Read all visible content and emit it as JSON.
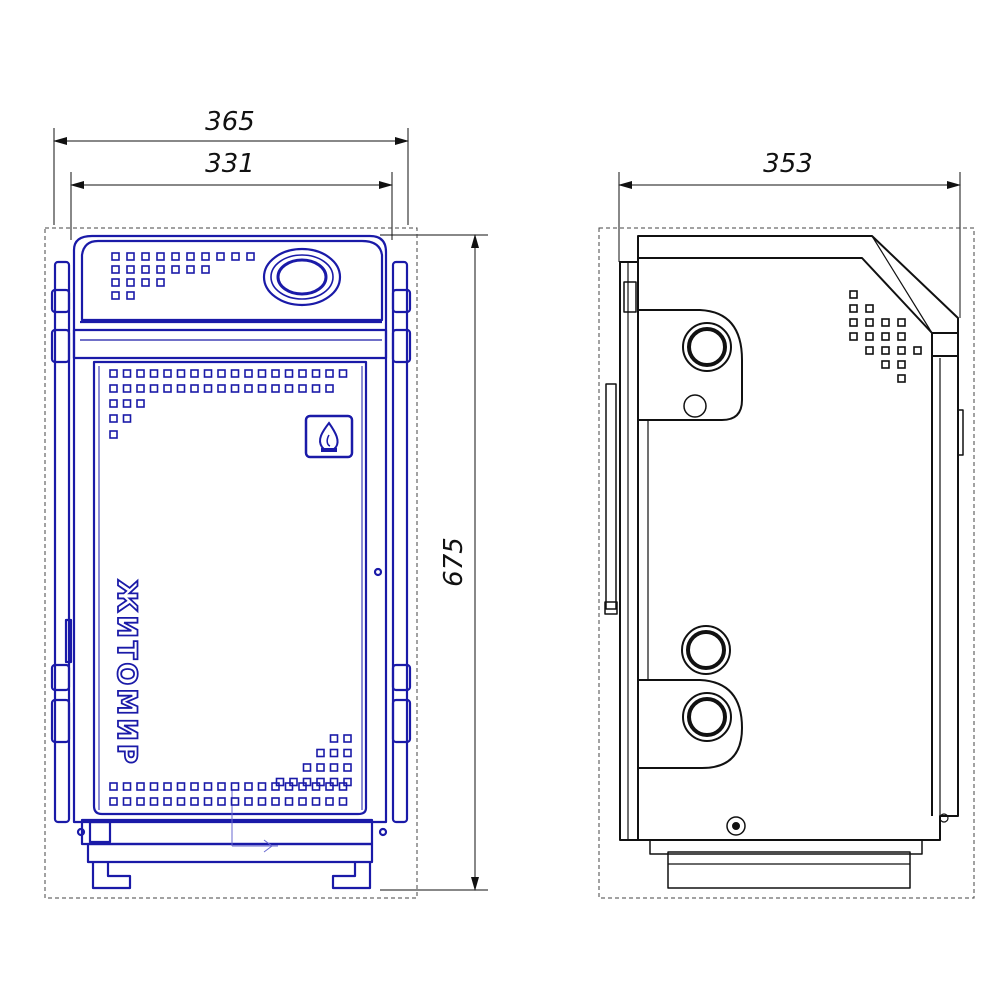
{
  "dimensions": {
    "front_total_width": "365",
    "front_body_width": "331",
    "height": "675",
    "side_depth": "353"
  },
  "front_view": {
    "brand_label": "ЖИТОМИР",
    "flame_icon": "flame-icon"
  },
  "colors": {
    "front_outline": "#1a1aa8",
    "side_outline": "#111111",
    "dim_line": "#111111",
    "dashed_frame": "#444444"
  }
}
